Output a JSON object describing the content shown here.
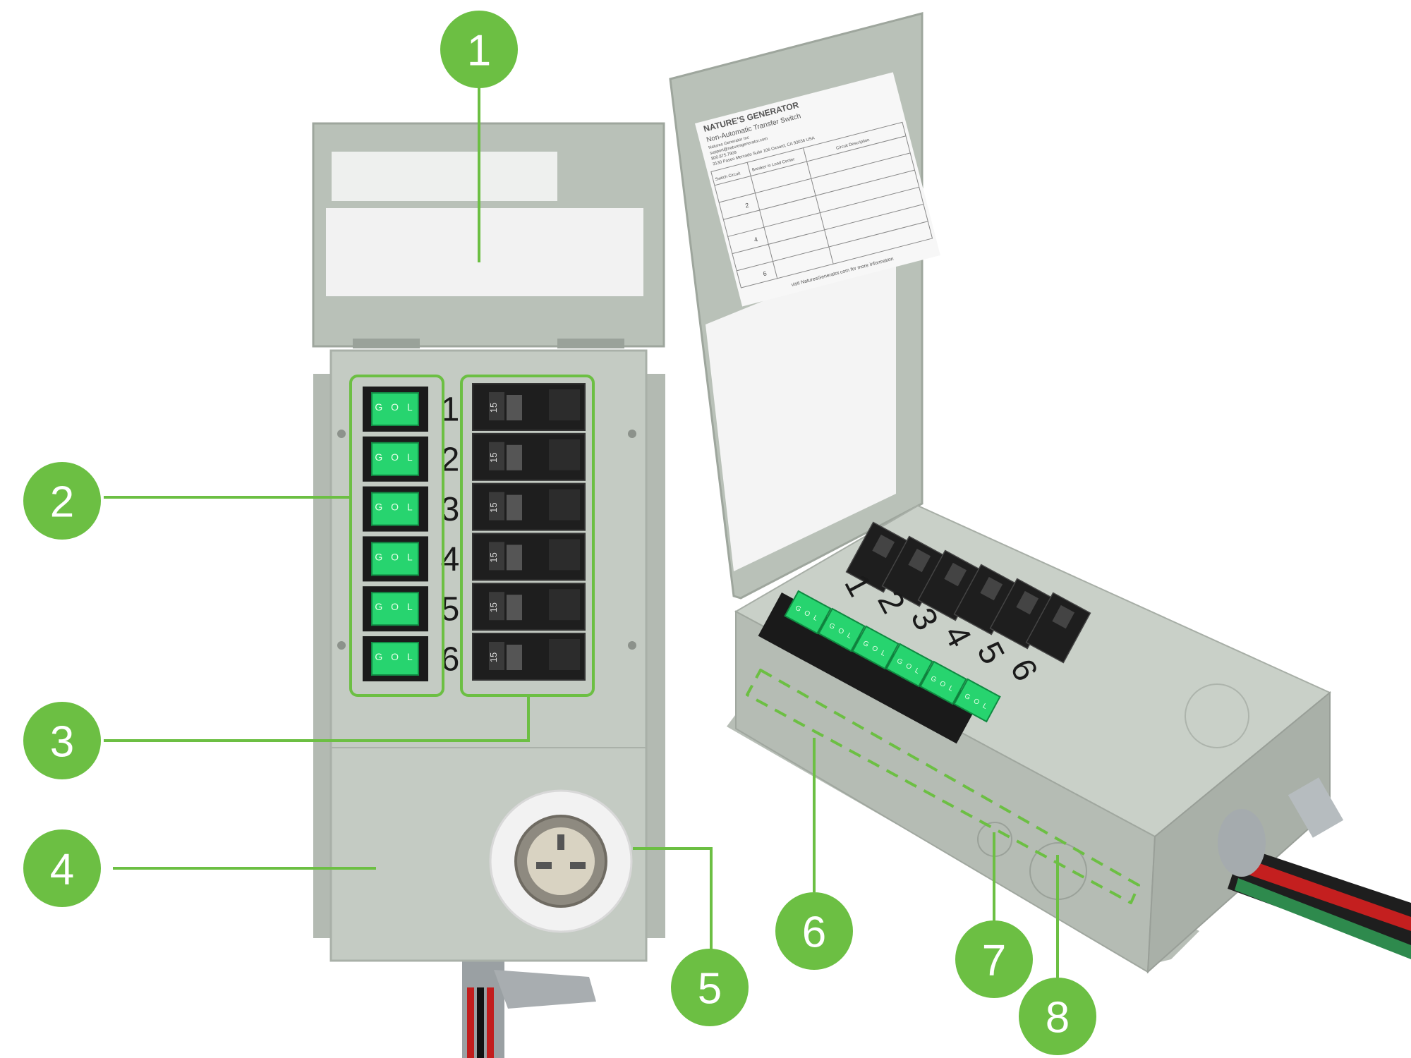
{
  "colors": {
    "accent": "#6cbf43",
    "body": "#c4cbc3",
    "lid": "#b9c1b8",
    "switch_green": "#27d46f",
    "breaker": "#1e1e1e"
  },
  "markers": [
    "1",
    "2",
    "3",
    "4",
    "5",
    "6",
    "7",
    "8"
  ],
  "front_view": {
    "circuit_numbers": [
      "1",
      "2",
      "3",
      "4",
      "5",
      "6"
    ],
    "switch_label": "G O L",
    "breaker_rating": "15"
  },
  "angled_view": {
    "circuit_numbers": [
      "1",
      "2",
      "3",
      "4",
      "5",
      "6"
    ],
    "label": {
      "brand": "NATURE'S GENERATOR",
      "title": "Non-Automatic Transfer Switch",
      "company": "Natures Generator Inc",
      "email": "support@naturesgenerator.com",
      "phone": "800.875.7909",
      "address": "3130 Paseo Mercado Suite 106 Oxnard, CA 93036 USA",
      "col_switch": "Switch Circuit",
      "col_breaker": "Breaker in Load Center",
      "col_desc": "Circuit Description",
      "rows": [
        "2",
        "4",
        "6"
      ],
      "footer": "visit NaturesGenerator.com for more information"
    }
  }
}
